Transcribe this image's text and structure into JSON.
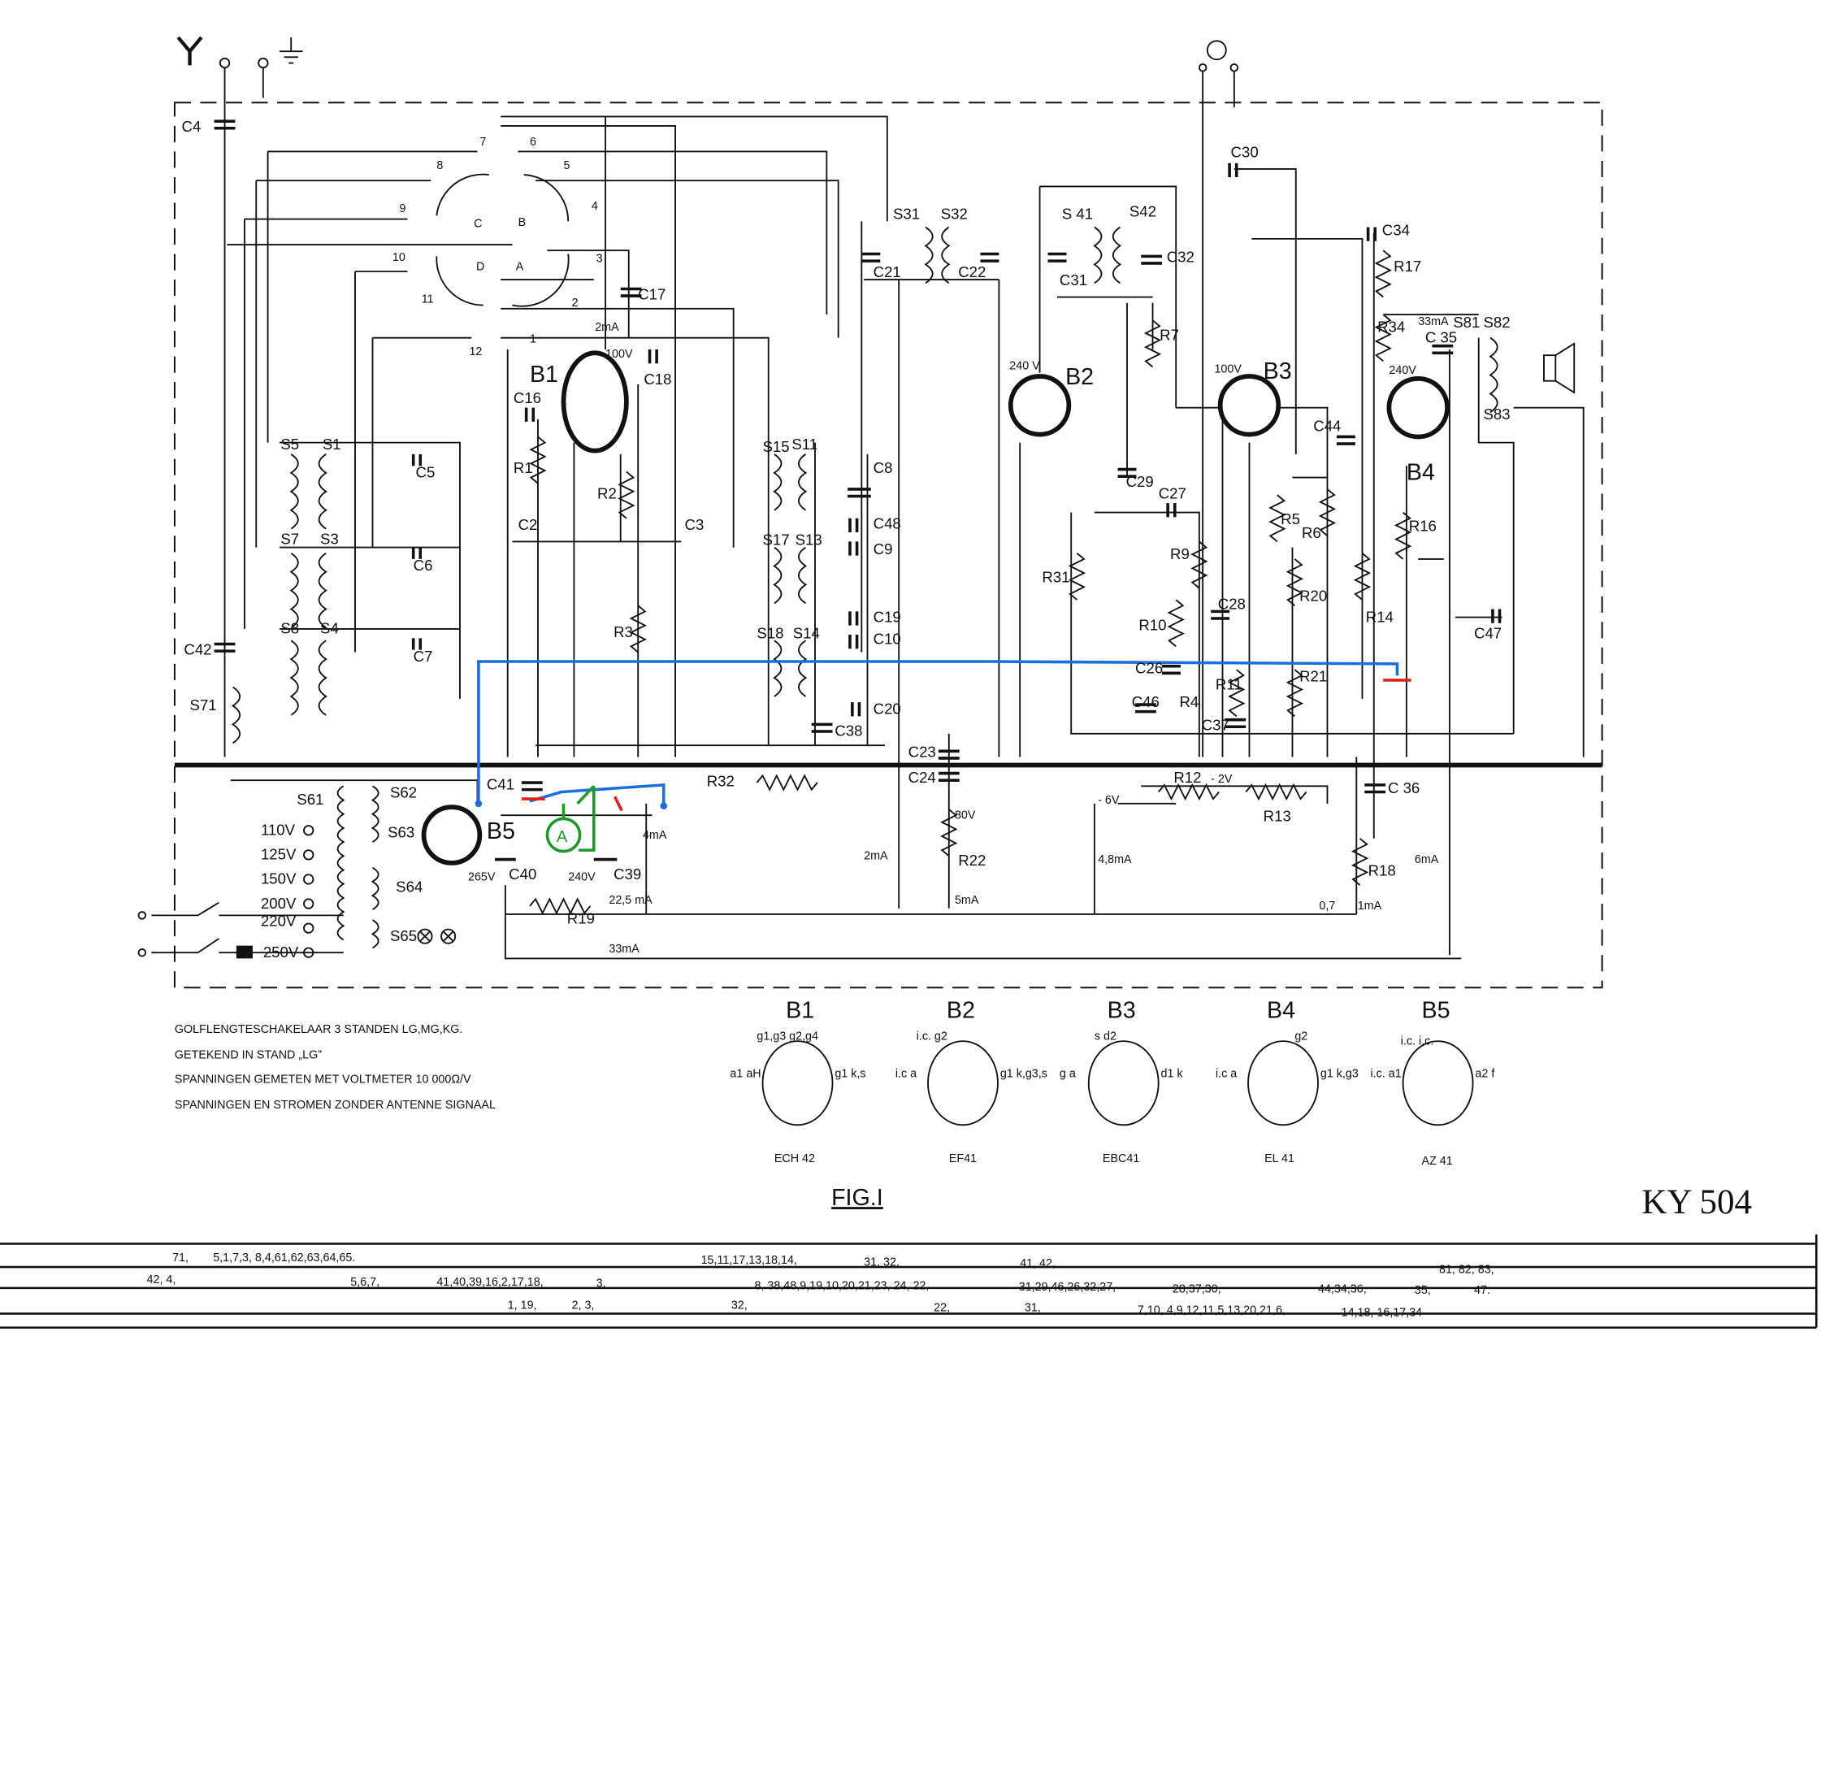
{
  "header": {
    "model": "KY 504",
    "figure": "FIG.I"
  },
  "notes": [
    "GOLFLENGTESCHAKELAAR 3 STANDEN LG,MG,KG.",
    "GETEKEND IN STAND „LG”",
    "SPANNINGEN GEMETEN MET VOLTMETER 10 000Ω/V",
    "SPANNINGEN EN STROMEN ZONDER ANTENNE SIGNAAL"
  ],
  "tubes": [
    {
      "name": "B1",
      "type": "ECH 42",
      "pins_top": "g1,g3  g2,g4",
      "pins_left": "a1  aH",
      "pins_right": "g1  k,s"
    },
    {
      "name": "B2",
      "type": "EF41",
      "pins_top": "i.c.  g2",
      "pins_left": "i.c  a",
      "pins_right": "g1  k,g3,s"
    },
    {
      "name": "B3",
      "type": "EBC41",
      "pins_top": "s  d2",
      "pins_left": "g  a",
      "pins_right": "d1  k"
    },
    {
      "name": "B4",
      "type": "EL 41",
      "pins_top": "g2",
      "pins_left": "i.c  a",
      "pins_right": "g1  k,g3"
    },
    {
      "name": "B5",
      "type": "AZ 41",
      "pins_top": "i.c.  i.c.",
      "pins_left": "i.c.  a1",
      "pins_right": "a2  f"
    }
  ],
  "components": {
    "C4": "C4",
    "C42": "C42",
    "S71": "S71",
    "S5": "S5",
    "S1": "S1",
    "S7": "S7",
    "S3": "S3",
    "S8": "S8",
    "S4": "S4",
    "C5": "C5",
    "C6": "C6",
    "C7": "C7",
    "C16": "C16",
    "R1": "R1",
    "C2": "C2",
    "R2": "R2",
    "C3": "C3",
    "R3": "R3",
    "C17": "C17",
    "C18": "C18",
    "S15": "S15",
    "S11": "S11",
    "S17": "S17",
    "S13": "S13",
    "S18": "S18",
    "S14": "S14",
    "C8": "C8",
    "C48": "C48",
    "C9": "C9",
    "C19": "C19",
    "C10": "C10",
    "C20": "C20",
    "C38": "C38",
    "S31": "S31",
    "S32": "S32",
    "C21": "C21",
    "C22": "C22",
    "S41": "S 41",
    "S42": "S42",
    "C31": "C31",
    "C32": "C32",
    "R7": "R7",
    "C29": "C29",
    "C27": "C27",
    "R31": "R31",
    "R9": "R9",
    "C28": "C28",
    "R10": "R10",
    "C26": "C26",
    "C46": "C46",
    "R4": "R4",
    "R11": "R11",
    "C37": "C37",
    "R5": "R5",
    "R6": "R6",
    "R20": "R20",
    "R21": "R21",
    "C30": "C30",
    "C34": "C34",
    "R17": "R17",
    "R34": "R34",
    "C35": "C 35",
    "S81": "S81",
    "S82": "S82",
    "S83": "S83",
    "C44": "C44",
    "R16": "R16",
    "R14": "R14",
    "C47": "C47",
    "C23": "C23",
    "C24": "C24",
    "R32": "R32",
    "C41": "C41",
    "R12": "R12",
    "R13": "R13",
    "C36": "C 36",
    "R22": "R22",
    "R18": "R18",
    "R19": "R19",
    "C40": "C40",
    "C39": "C39",
    "S61": "S61",
    "S62": "S62",
    "S63": "S63",
    "S64": "S64",
    "S65": "S65"
  },
  "switch_positions": [
    "1",
    "2",
    "3",
    "4",
    "5",
    "6",
    "7",
    "8",
    "9",
    "10",
    "11",
    "12"
  ],
  "switch_sections": [
    "A",
    "B",
    "C",
    "D"
  ],
  "mains_taps": [
    "110V",
    "125V",
    "150V",
    "200V",
    "220V",
    "250V"
  ],
  "voltages": {
    "b1_anode": "100V",
    "b2": "240 V",
    "b3": "100V",
    "b4": "240V",
    "b5": "265V",
    "c39": "240V",
    "r22_top": "80V",
    "bias1": "- 2V",
    "bias2": "- 6V",
    "i_b1": "2mA",
    "i_4ma": "4mA",
    "i_2ma": "2mA",
    "i_225": "22,5 mA",
    "i_5ma": "5mA",
    "i_48": "4,8mA",
    "i_07": "0,7",
    "i_1ma": "1mA",
    "i_6ma": "6mA",
    "i_33": "33mA",
    "i_33b": "33mA"
  },
  "annotation": {
    "marker": "A"
  },
  "table_rows": [
    [
      "71,",
      "5,1,7,3, 8,4,61,62,63,64,65.",
      "15,11,17,13,18,14,",
      "31,  32,",
      "41,  42,",
      "81,  82,  83,"
    ],
    [
      "42,  4,",
      "5,6,7,",
      "41,40,39,16,2,17,18,",
      "3,",
      "8,  38,48,9,19,10,20,21,23, 24, 22,",
      "31,29,46,26,32,27,",
      "28,37,30,",
      "44,34,36,",
      "35,",
      "47."
    ],
    [
      "1,  19,",
      "2,  3,",
      "32,",
      "22,",
      "31,",
      "7,10,  4,9,12,11,5,13,20,21,6,",
      "14,18,  16,17,34"
    ]
  ],
  "colors": {
    "blue_trace": "#1a6fe0",
    "green_trace": "#1a9a2a",
    "red_mark": "#e0201a"
  }
}
